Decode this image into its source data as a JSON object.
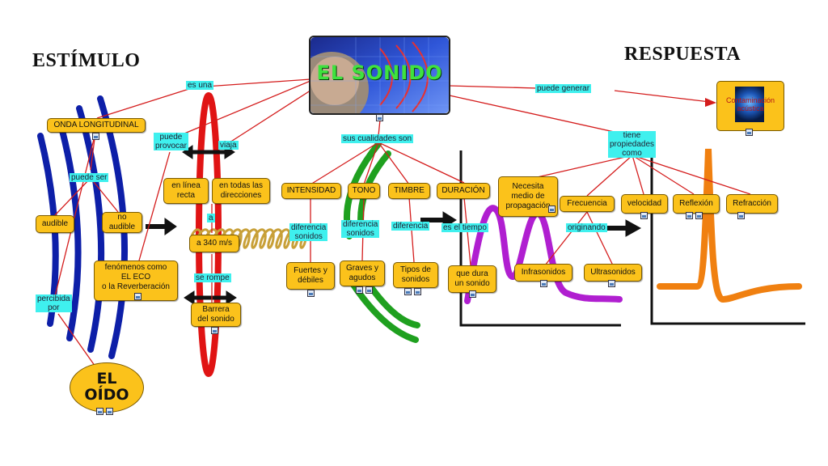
{
  "headings": {
    "stimulus": "ESTÍMULO",
    "response": "RESPUESTA"
  },
  "title": "EL SONIDO",
  "oido": "EL\nOÍDO",
  "contaminacion": "Contaminación\nacústica",
  "nodes": {
    "onda_longitudinal": "ONDA LONGITUDINAL",
    "audible": "audible",
    "no_audible": "no\naudible",
    "fenomenos": "fenómenos como\nEL ECO\no la Reverberación",
    "en_linea_recta": "en línea\nrecta",
    "en_todas_direcciones": "en todas las\ndirecciones",
    "a_340": "a 340 m/s",
    "barrera": "Barrera\ndel sonido",
    "intensidad": "INTENSIDAD",
    "tono": "TONO",
    "timbre": "TIMBRE",
    "duracion": "DURACIÓN",
    "fuertes": "Fuertes y\ndébiles",
    "graves": "Graves y\nagudos",
    "tipos": "Tipos de\nsonidos",
    "que_dura": "que dura\nun sonido",
    "necesita": "Necesita\nmedio de\npropagación",
    "frecuencia": "Frecuencia",
    "velocidad": "velocidad",
    "reflexion": "Reflexión",
    "refraccion": "Refracción",
    "infrasonidos": "Infrasonidos",
    "ultrasonidos": "Ultrasonidos"
  },
  "links": {
    "es_una": "es una",
    "puede_ser": "puede ser",
    "percibida_por": "percibida\npor",
    "puede_provocar": "puede\nprovocar",
    "viaja": "viaja",
    "a": "a",
    "se_rompe": "se rompe",
    "sus_cualidades": "sus cualidades son",
    "diferencia_sonidos_1": "diferencia\nsonidos",
    "diferencia_sonidos_2": "diferencia\nsonidos",
    "diferencia": "diferencia",
    "es_el_tiempo": "es el tiempo",
    "puede_generar": "puede generar",
    "tiene_propiedades": "tiene\npropiedades\ncomo",
    "originando": "originando"
  },
  "colors": {
    "node_fill": "#fbc21b",
    "link_fill": "#3ff0ee",
    "connector": "#d41c1c",
    "wave_blue": "#0d1fa8",
    "wave_red": "#e01414",
    "spring": "#c8a038",
    "wave_green": "#1fa01f",
    "curve_purple": "#b01fd0",
    "curve_orange": "#f08010",
    "title_text": "#3fe23f"
  },
  "icons": [
    "image-icon",
    "document-icon",
    "arrow-right-icon",
    "double-arrow-icon"
  ]
}
